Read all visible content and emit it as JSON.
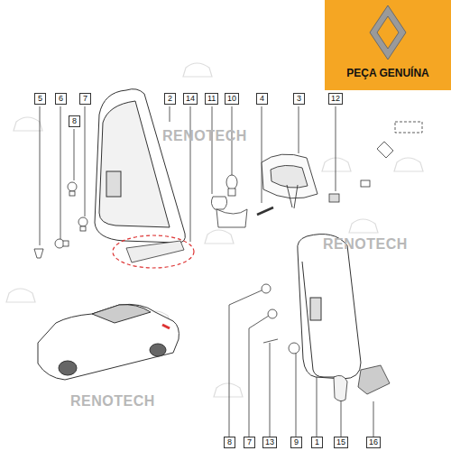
{
  "diagram": {
    "nodes": [
      {
        "text": [
          "PEÇA GENUÍNA"
        ]
      }
    ],
    "labels": [
      "5",
      "6",
      "7",
      "8",
      "2",
      "14",
      "11",
      "10",
      "4",
      "3",
      "12",
      "8",
      "7",
      "13",
      "9",
      "1",
      "15",
      "16",
      "RENOTECH",
      "RENOTECH",
      "RENOTECH"
    ]
  }
}
